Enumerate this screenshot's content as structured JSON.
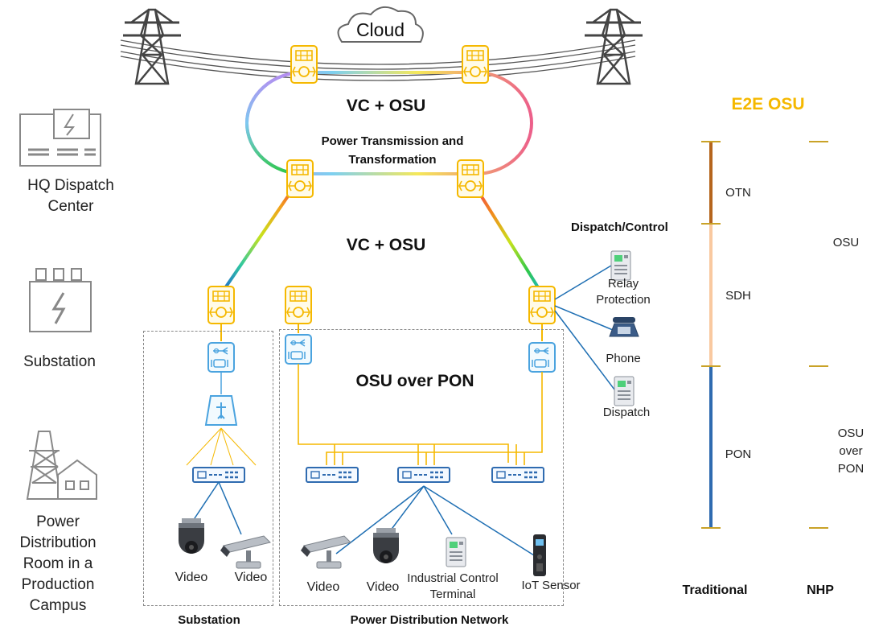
{
  "cloud_label": "Cloud",
  "left_labels": {
    "hq": "HQ Dispatch Center",
    "substation": "Substation",
    "distribution_room": "Power Distribution Room in a Production Campus"
  },
  "ring_labels": {
    "top_protocol": "VC + OSU",
    "top_name": "Power Transmission and Transformation",
    "mid_protocol": "VC + OSU",
    "pon": "OSU over PON"
  },
  "dispatch": {
    "title": "Dispatch/Control",
    "relay": "Relay Protection",
    "phone": "Phone",
    "dispatch": "Dispatch"
  },
  "endpoints": {
    "sub_video_1": "Video",
    "sub_video_2": "Video",
    "pdn_video_1": "Video",
    "pdn_video_2": "Video",
    "industrial": "Industrial Control Terminal",
    "iot": "IoT Sensor"
  },
  "zones": {
    "substation": "Substation",
    "pdn": "Power Distribution Network"
  },
  "legend": {
    "title": "E2E OSU",
    "traditional": {
      "title": "Traditional",
      "segments": [
        "OTN",
        "SDH",
        "PON"
      ]
    },
    "nhp": {
      "title": "NHP",
      "segments": [
        "OSU",
        "OSU over PON"
      ]
    },
    "colors": {
      "otn": "#b5651d",
      "sdh": "#f9c9a0",
      "pon": "#2f6bb0",
      "osu": "#f5b800",
      "tick": "#c9a227"
    }
  },
  "colors": {
    "device": "#f5b800",
    "access": "#4aa3df",
    "switch": "#2f6bb0",
    "link": "#1f6fb3"
  }
}
